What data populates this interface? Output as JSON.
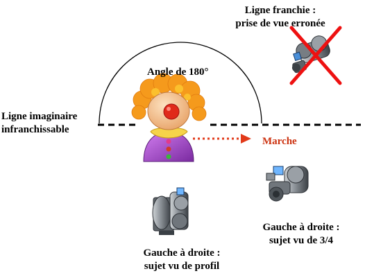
{
  "labels": {
    "top_right_line1": "Ligne franchie :",
    "top_right_line2": "prise de vue erronée",
    "angle": "Angle de 180°",
    "left_line1": "Ligne imaginaire",
    "left_line2": "infranchissable",
    "direction": "Marche",
    "bottom_right_line1": "Gauche à droite :",
    "bottom_right_line2": "sujet vu de 3/4",
    "bottom_center_line1": "Gauche à droite :",
    "bottom_center_line2": "sujet vu de profil"
  },
  "icons": [
    "clown-icon",
    "camera-icon",
    "cross-icon",
    "arrow-icon"
  ],
  "colors": {
    "cross": "#ee1111",
    "arrow": "#e23a1a",
    "marche_text": "#cc3311",
    "hair": "#f59a1c",
    "nose": "#e02a1a",
    "face": "#f7c58e",
    "costume": "#a24cc6",
    "collar": "#f6d34a"
  }
}
